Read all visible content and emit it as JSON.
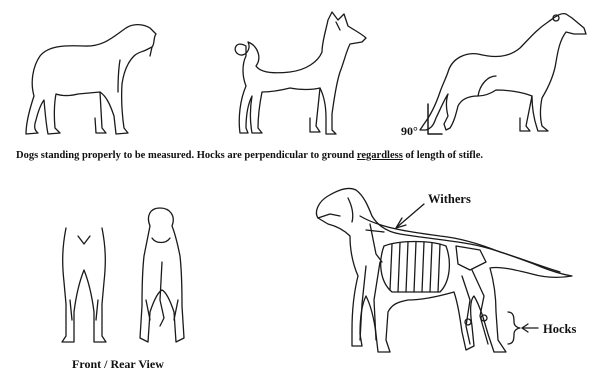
{
  "caption": {
    "before": "Dogs standing properly to be measured. Hocks are perpendicular to ground ",
    "emphasis": "regardless",
    "after": " of length of stifle."
  },
  "angle_label": "90°",
  "withers_label": "Withers",
  "hocks_label": "Hocks",
  "view_label": "Front / Rear View",
  "colors": {
    "line": "#1a1a1a",
    "background": "#ffffff"
  }
}
